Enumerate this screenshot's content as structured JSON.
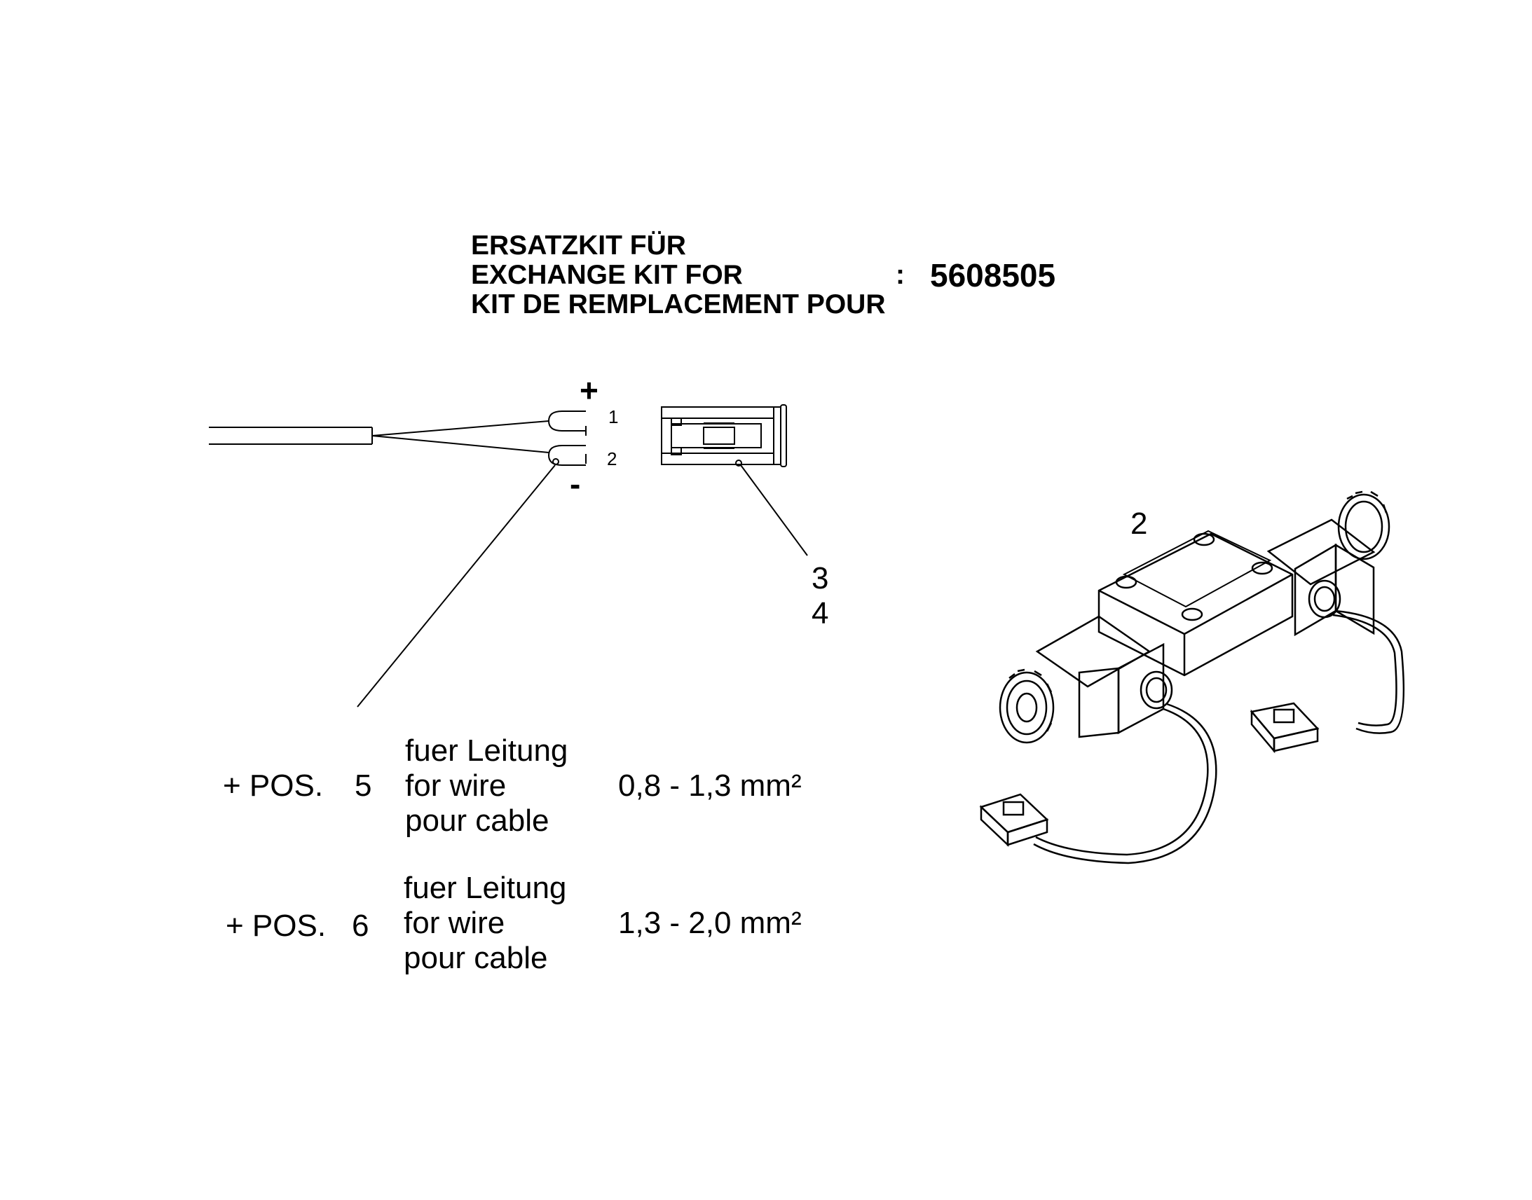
{
  "header": {
    "line_de": "ERSATZKIT FÜR",
    "line_en": "EXCHANGE KIT FOR",
    "line_fr": "KIT DE REMPLACEMENT POUR",
    "separator": ":",
    "part_number": "5608505"
  },
  "wiring": {
    "plus_sign": "+",
    "minus_sign": "-",
    "pin1": "1",
    "pin2": "2"
  },
  "callouts": {
    "item2": "2",
    "item3": "3",
    "item4": "4"
  },
  "positions": [
    {
      "prefix": "+ POS.",
      "number": "5",
      "desc_de": "fuer Leitung",
      "desc_en": "for wire",
      "desc_fr": "pour cable",
      "range": "0,8 - 1,3 mm²"
    },
    {
      "prefix": "+ POS.",
      "number": "6",
      "desc_de": "fuer Leitung",
      "desc_en": "for wire",
      "desc_fr": "pour cable",
      "range": "1,3 - 2,0 mm²"
    }
  ]
}
